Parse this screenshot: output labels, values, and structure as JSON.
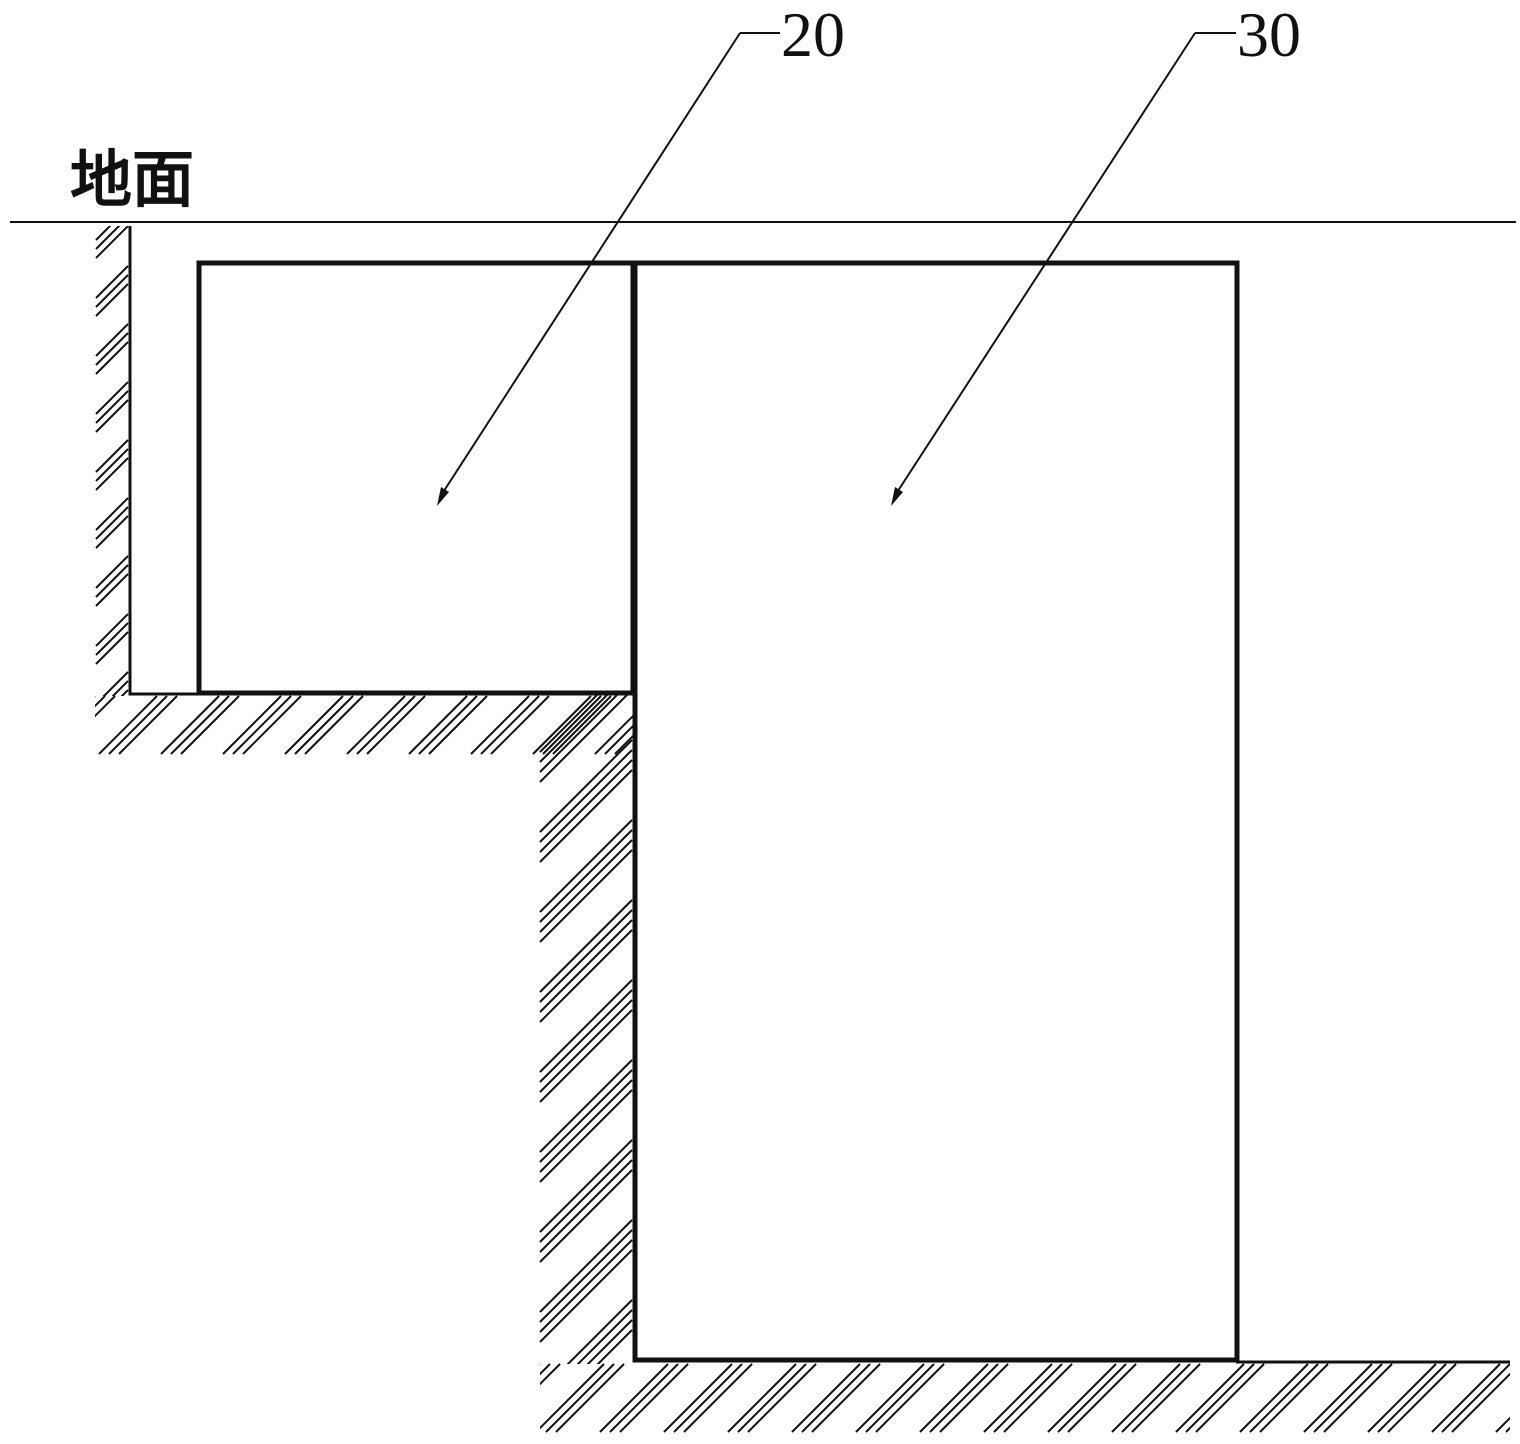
{
  "ground_label": "地面",
  "callouts": [
    {
      "number": "20",
      "target": "upper-left-chamber"
    },
    {
      "number": "30",
      "target": "right-deep-chamber"
    }
  ],
  "colors": {
    "line": "#111111",
    "background": "#ffffff"
  }
}
